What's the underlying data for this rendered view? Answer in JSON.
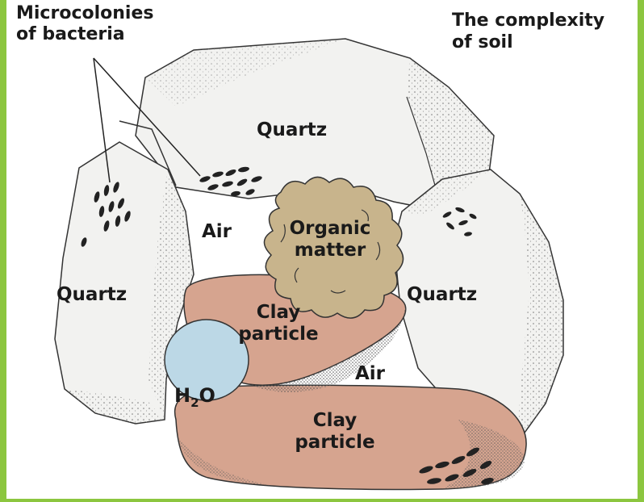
{
  "labels": {
    "microcolonies": "Microcolonies\nof bacteria",
    "title": "The complexity\nof soil",
    "quartz_top": "Quartz",
    "quartz_left": "Quartz",
    "quartz_right": "Quartz",
    "air_top": "Air",
    "air_bottom": "Air",
    "organic": "Organic\nmatter",
    "clay_upper": "Clay\nparticle",
    "clay_lower": "Clay\nparticle",
    "water_main": "H",
    "water_sub": "2",
    "water_end": "O"
  },
  "colors": {
    "border": "#8cc63f",
    "quartz_fill": "#f2f2f0",
    "clay_fill": "#d6a48f",
    "organic_fill": "#c8b48c",
    "water_fill": "#bcd8e6",
    "ink": "#1a1a1a"
  }
}
